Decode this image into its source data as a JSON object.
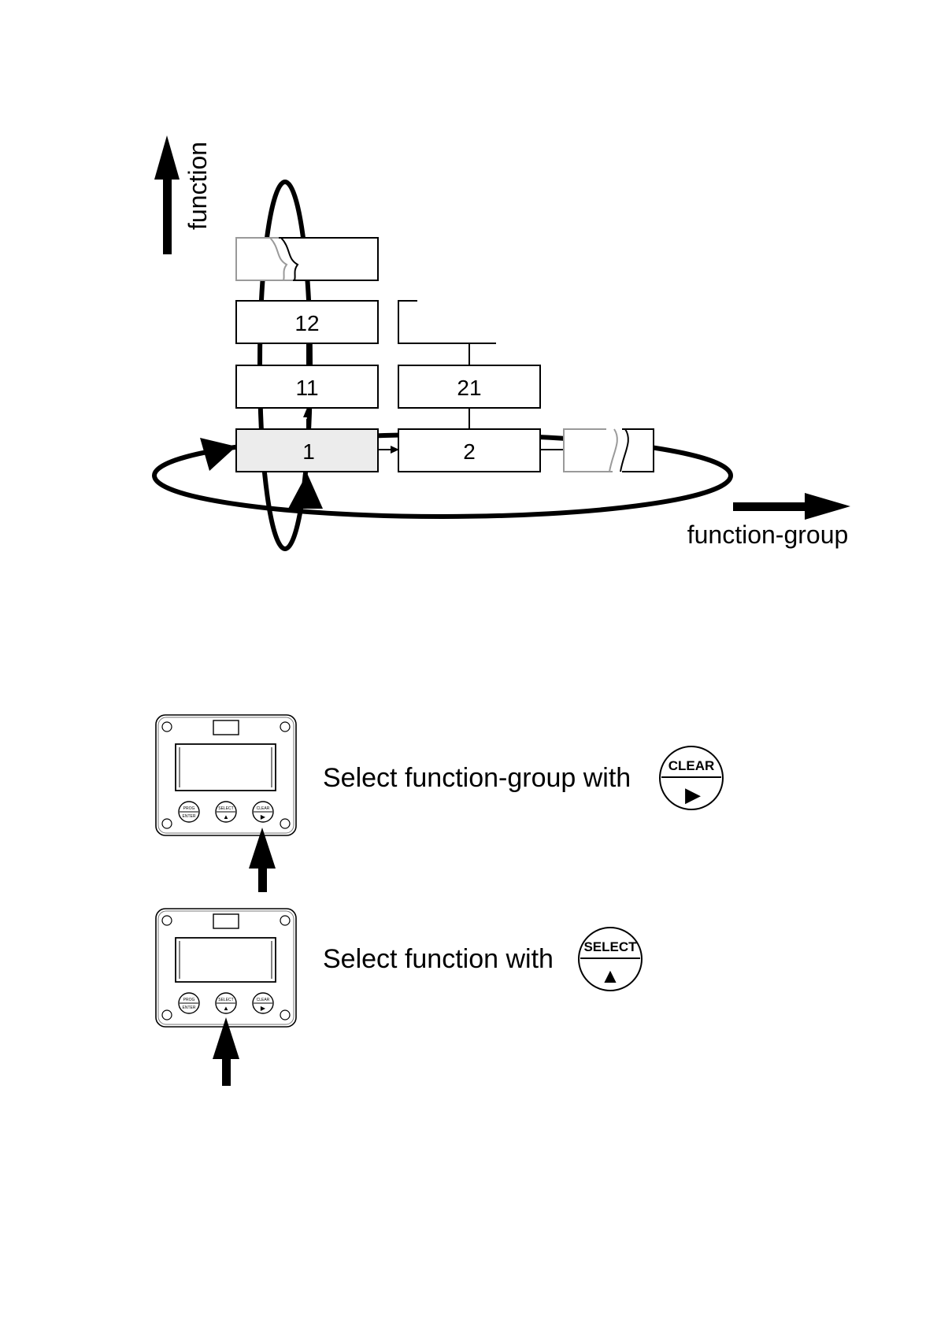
{
  "diagram": {
    "axis_function_label": "function",
    "axis_group_label": "function-group",
    "boxes": {
      "f1": "1",
      "f11": "11",
      "f12": "12",
      "f2": "2",
      "f21": "21"
    },
    "highlight_color": "#ececec"
  },
  "device": {
    "buttons": [
      {
        "top": "PROG",
        "bottom": "ENTER"
      },
      {
        "top": "SELECT",
        "bottom": "▲"
      },
      {
        "top": "CLEAR",
        "bottom": "▶"
      }
    ]
  },
  "instructions": [
    {
      "text": "Select function-group with",
      "key_label": "CLEAR",
      "key_symbol": "▶"
    },
    {
      "text": "Select function with",
      "key_label": "SELECT",
      "key_symbol": "▲"
    }
  ]
}
